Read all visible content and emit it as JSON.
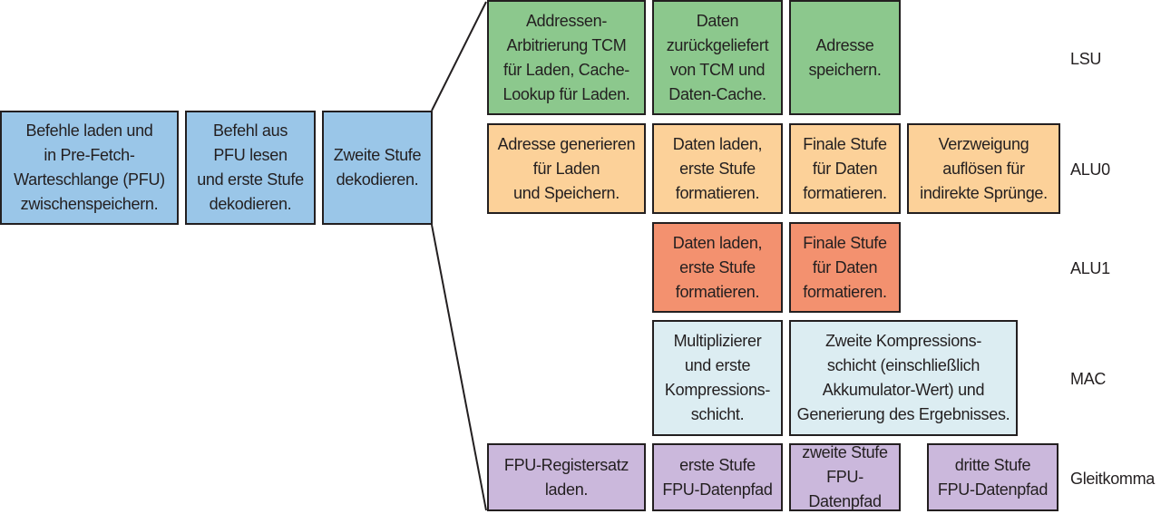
{
  "front_stages": {
    "fetch": "Befehle laden und\nin Pre-Fetch-\nWarteschlange (PFU)\nzwischenspeichern.",
    "decode1": "Befehl aus\nPFU lesen\nund erste Stufe\ndekodieren.",
    "decode2": "Zweite Stufe\ndekodieren."
  },
  "rows": {
    "lsu": {
      "label": "LSU",
      "stages": [
        "Addressen-\nArbitrierung TCM\nfür Laden, Cache-\nLookup für Laden.",
        "Daten\nzurückgeliefert\nvon TCM und\nDaten-Cache.",
        "Adresse\nspeichern."
      ]
    },
    "alu0": {
      "label": "ALU0",
      "stages": [
        "Adresse generieren\nfür Laden\nund Speichern.",
        "Daten laden,\nerste Stufe\nformatieren.",
        "Finale Stufe\nfür Daten\nformatieren.",
        "Verzweigung\nauflösen für\nindirekte Sprünge."
      ]
    },
    "alu1": {
      "label": "ALU1",
      "stages": [
        "Daten laden,\nerste Stufe\nformatieren.",
        "Finale Stufe\nfür Daten\nformatieren."
      ]
    },
    "mac": {
      "label": "MAC",
      "stages": [
        "Multiplizierer\nund erste\nKompressions-\nschicht.",
        "Zweite Kompressions-\nschicht (einschließlich\nAkkumulator-Wert) und\nGenerierung des Ergebnisses."
      ]
    },
    "fpu": {
      "label": "Gleitkomma",
      "stages": [
        "FPU-Registersatz\nladen.",
        "erste Stufe\nFPU-Datenpfad",
        "zweite Stufe\nFPU-Datenpfad",
        "dritte Stufe\nFPU-Datenpfad"
      ]
    }
  },
  "colors": {
    "front": "#9ac6e8",
    "lsu": "#8cc88d",
    "alu0": "#fcd199",
    "alu1": "#f3916f",
    "mac": "#dcedf2",
    "fpu": "#cbb8dc",
    "border": "#231f20"
  }
}
